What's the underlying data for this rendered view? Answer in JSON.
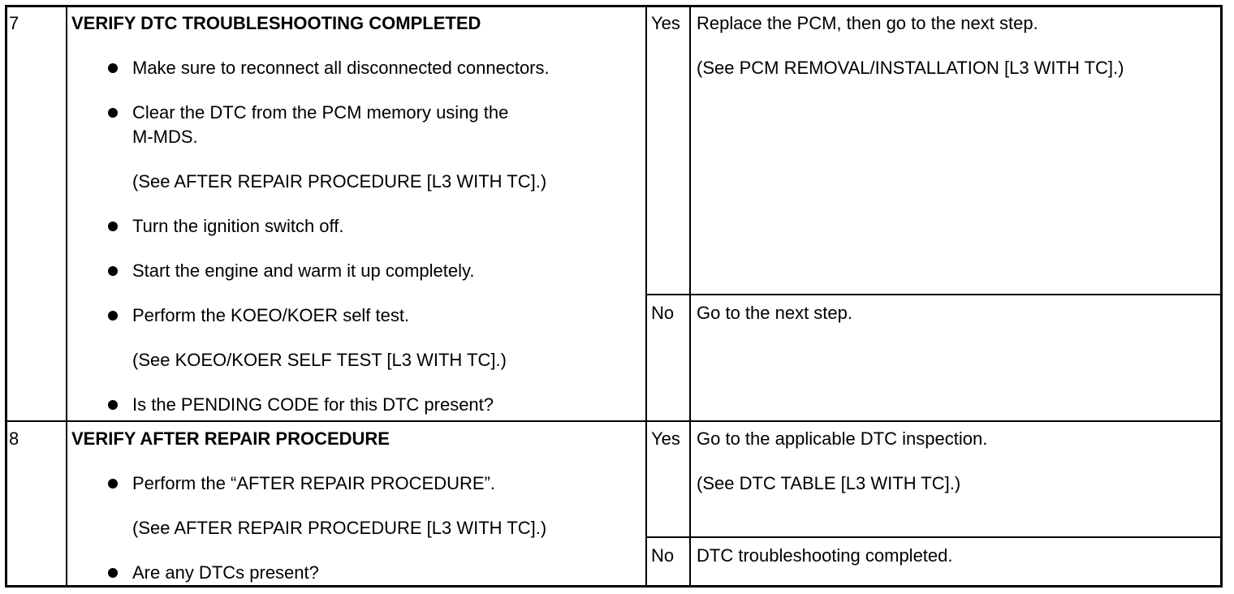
{
  "steps": [
    {
      "number": "7",
      "title": "VERIFY DTC TROUBLESHOOTING COMPLETED",
      "items": [
        {
          "text": "Make sure to reconnect all disconnected connectors."
        },
        {
          "text": "Clear the DTC from the PCM memory using the",
          "text2": "M-MDS."
        },
        {
          "note": "(See AFTER REPAIR PROCEDURE [L3 WITH TC].)"
        },
        {
          "text": "Turn the ignition switch off."
        },
        {
          "text": "Start the engine and warm it up completely."
        },
        {
          "text": "Perform the KOEO/KOER self test."
        },
        {
          "note": "(See KOEO/KOER SELF TEST [L3 WITH TC].)"
        },
        {
          "text": "Is the PENDING CODE for this DTC present?"
        }
      ],
      "yes": {
        "label": "Yes",
        "lines": [
          "Replace the PCM, then go to the next step.",
          "(See PCM REMOVAL/INSTALLATION [L3 WITH TC].)"
        ]
      },
      "no": {
        "label": "No",
        "lines": [
          "Go to the next step."
        ]
      }
    },
    {
      "number": "8",
      "title": "VERIFY AFTER REPAIR PROCEDURE",
      "items": [
        {
          "text": "Perform the “AFTER REPAIR PROCEDURE”."
        },
        {
          "note": "(See AFTER REPAIR PROCEDURE [L3 WITH TC].)"
        },
        {
          "text": "Are any DTCs present?"
        }
      ],
      "yes": {
        "label": "Yes",
        "lines": [
          "Go to the applicable DTC inspection.",
          "(See DTC TABLE [L3 WITH TC].)"
        ]
      },
      "no": {
        "label": "No",
        "lines": [
          "DTC troubleshooting completed."
        ]
      }
    }
  ]
}
